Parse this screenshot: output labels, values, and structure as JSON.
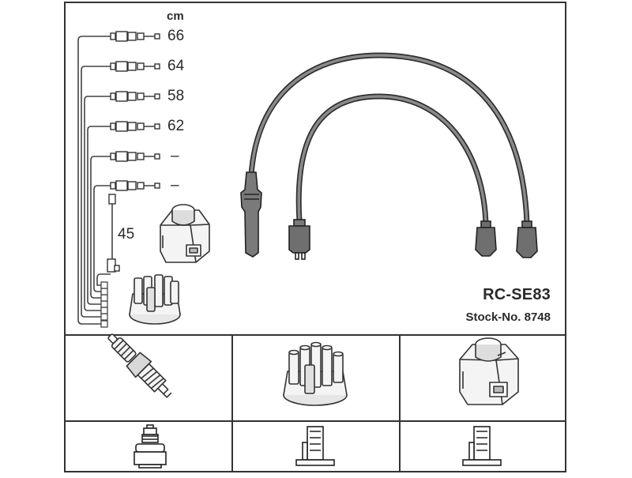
{
  "unit": "cm",
  "leads": [
    {
      "length": "66"
    },
    {
      "length": "64"
    },
    {
      "length": "58"
    },
    {
      "length": "62"
    },
    {
      "length": "–"
    },
    {
      "length": "–"
    }
  ],
  "coil_lead_length": "45",
  "model": "RC-SE83",
  "stock": "Stock-No. 8748"
}
